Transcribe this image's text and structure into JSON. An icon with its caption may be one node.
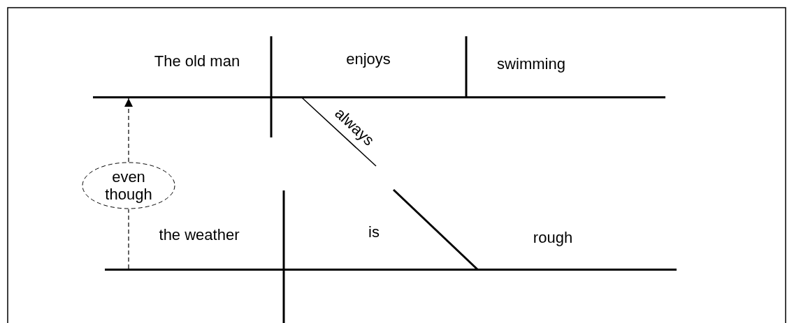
{
  "diagram": {
    "nodes": [
      {
        "text": [],
        "shape": "line"
      },
      {
        "text": [
          "even though"
        ]
      },
      {
        "text": [],
        "shape": "line"
      }
    ],
    "edges": [
      {
        "from": 2,
        "to": 1,
        "arrow": "none",
        "style": "dashed"
      },
      {
        "from": 1,
        "to": 0,
        "arrow": "to",
        "style": "dashed"
      }
    ],
    "labels": [
      "The old man",
      "enjoys",
      "swimming",
      "always",
      "the weather",
      "is",
      "rough"
    ]
  }
}
